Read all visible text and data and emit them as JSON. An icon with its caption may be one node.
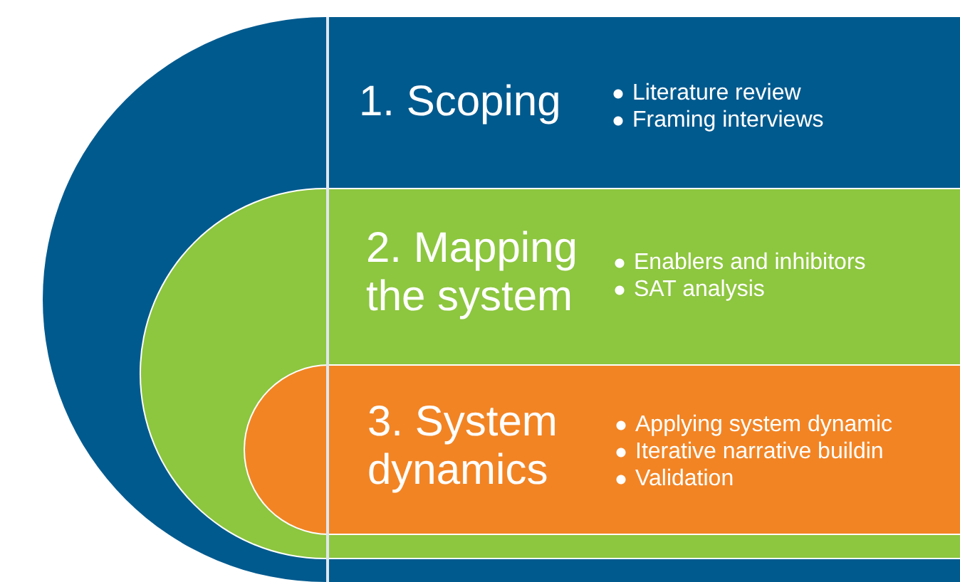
{
  "diagram": {
    "nodes": [
      {
        "text": [
          "1. Scoping",
          "Literature review",
          "Framing interviews"
        ]
      },
      {
        "text": [
          "2. Mapping the system",
          "Enablers and inhibitors",
          "SAT analysis"
        ],
        "in": 0
      },
      {
        "text": [
          "3. System dynamics",
          "Applying system dynamic",
          "Iterative narrative buildin",
          "Validation"
        ],
        "in": 1
      }
    ]
  }
}
